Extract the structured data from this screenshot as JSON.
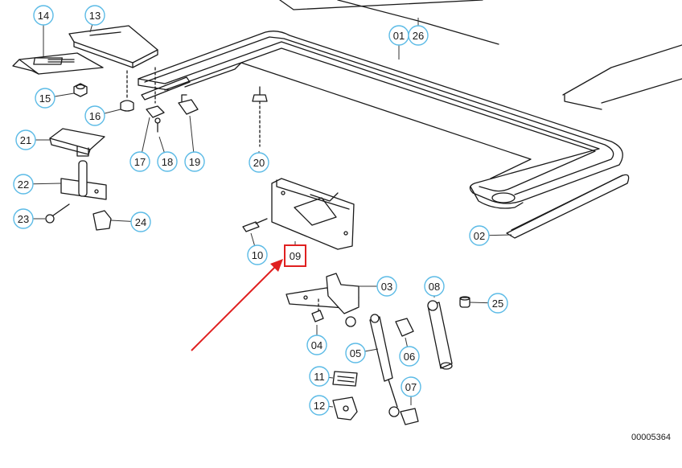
{
  "diagram": {
    "reference_number": "00005364",
    "colors": {
      "callout_ring": "#5cbbe6",
      "highlight_box": "#e02020",
      "arrow": "#e02020",
      "line_art": "#1a1a1a"
    },
    "highlighted_part": "09",
    "callouts": [
      {
        "label": "14"
      },
      {
        "label": "13"
      },
      {
        "label": "01"
      },
      {
        "label": "26"
      },
      {
        "label": "15"
      },
      {
        "label": "16"
      },
      {
        "label": "21"
      },
      {
        "label": "17"
      },
      {
        "label": "18"
      },
      {
        "label": "19"
      },
      {
        "label": "20"
      },
      {
        "label": "22"
      },
      {
        "label": "23"
      },
      {
        "label": "24"
      },
      {
        "label": "10"
      },
      {
        "label": "09"
      },
      {
        "label": "03"
      },
      {
        "label": "08"
      },
      {
        "label": "25"
      },
      {
        "label": "04"
      },
      {
        "label": "05"
      },
      {
        "label": "06"
      },
      {
        "label": "11"
      },
      {
        "label": "07"
      },
      {
        "label": "12"
      },
      {
        "label": "02"
      }
    ]
  }
}
